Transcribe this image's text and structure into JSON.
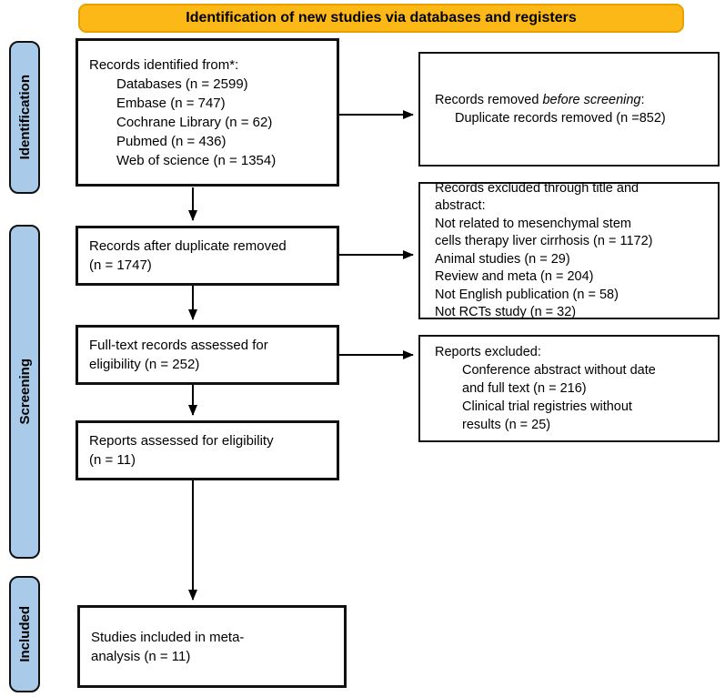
{
  "banner": {
    "label": "Identification of new studies via databases and registers",
    "bg_color": "#FBB817",
    "border_color": "#E9A100"
  },
  "stage_labels": {
    "identification": "Identification",
    "screening": "Screening",
    "included": "Included",
    "bg_color": "#A9CBE9"
  },
  "flow": {
    "records_identified": {
      "title": "Records identified from*:",
      "items": [
        "Databases (n = 2599)",
        "Embase (n = 747)",
        "Cochrane Library (n = 62)",
        "Pubmed (n = 436)",
        "Web of science (n = 1354)"
      ]
    },
    "records_removed": {
      "title_plain": "Records removed ",
      "title_italic": "before screening",
      "title_colon": ":",
      "items": [
        "Duplicate records removed (n =852)"
      ]
    },
    "after_duplicate": {
      "lines": [
        "Records after duplicate removed",
        "(n = 1747)"
      ]
    },
    "title_abstract_excluded": {
      "lines": [
        "Records excluded through title and",
        "abstract:",
        "Not related to mesenchymal stem",
        "cells therapy liver cirrhosis (n = 1172)",
        "Animal studies (n = 29)",
        "Review and meta (n = 204)",
        "Not English publication (n = 58)",
        "Not RCTs study (n = 32)"
      ]
    },
    "fulltext_assessed": {
      "lines": [
        "Full-text records assessed for",
        "eligibility (n = 252)"
      ]
    },
    "reports_excluded": {
      "title": "Reports excluded:",
      "items": [
        "Conference abstract without date",
        "and full text (n = 216)",
        "Clinical trial registries without",
        "results (n = 25)"
      ]
    },
    "reports_assessed": {
      "lines": [
        "Reports assessed for eligibility",
        "(n = 11)"
      ]
    },
    "studies_included": {
      "lines": [
        "Studies included in meta-",
        "analysis (n = 11)"
      ]
    }
  }
}
